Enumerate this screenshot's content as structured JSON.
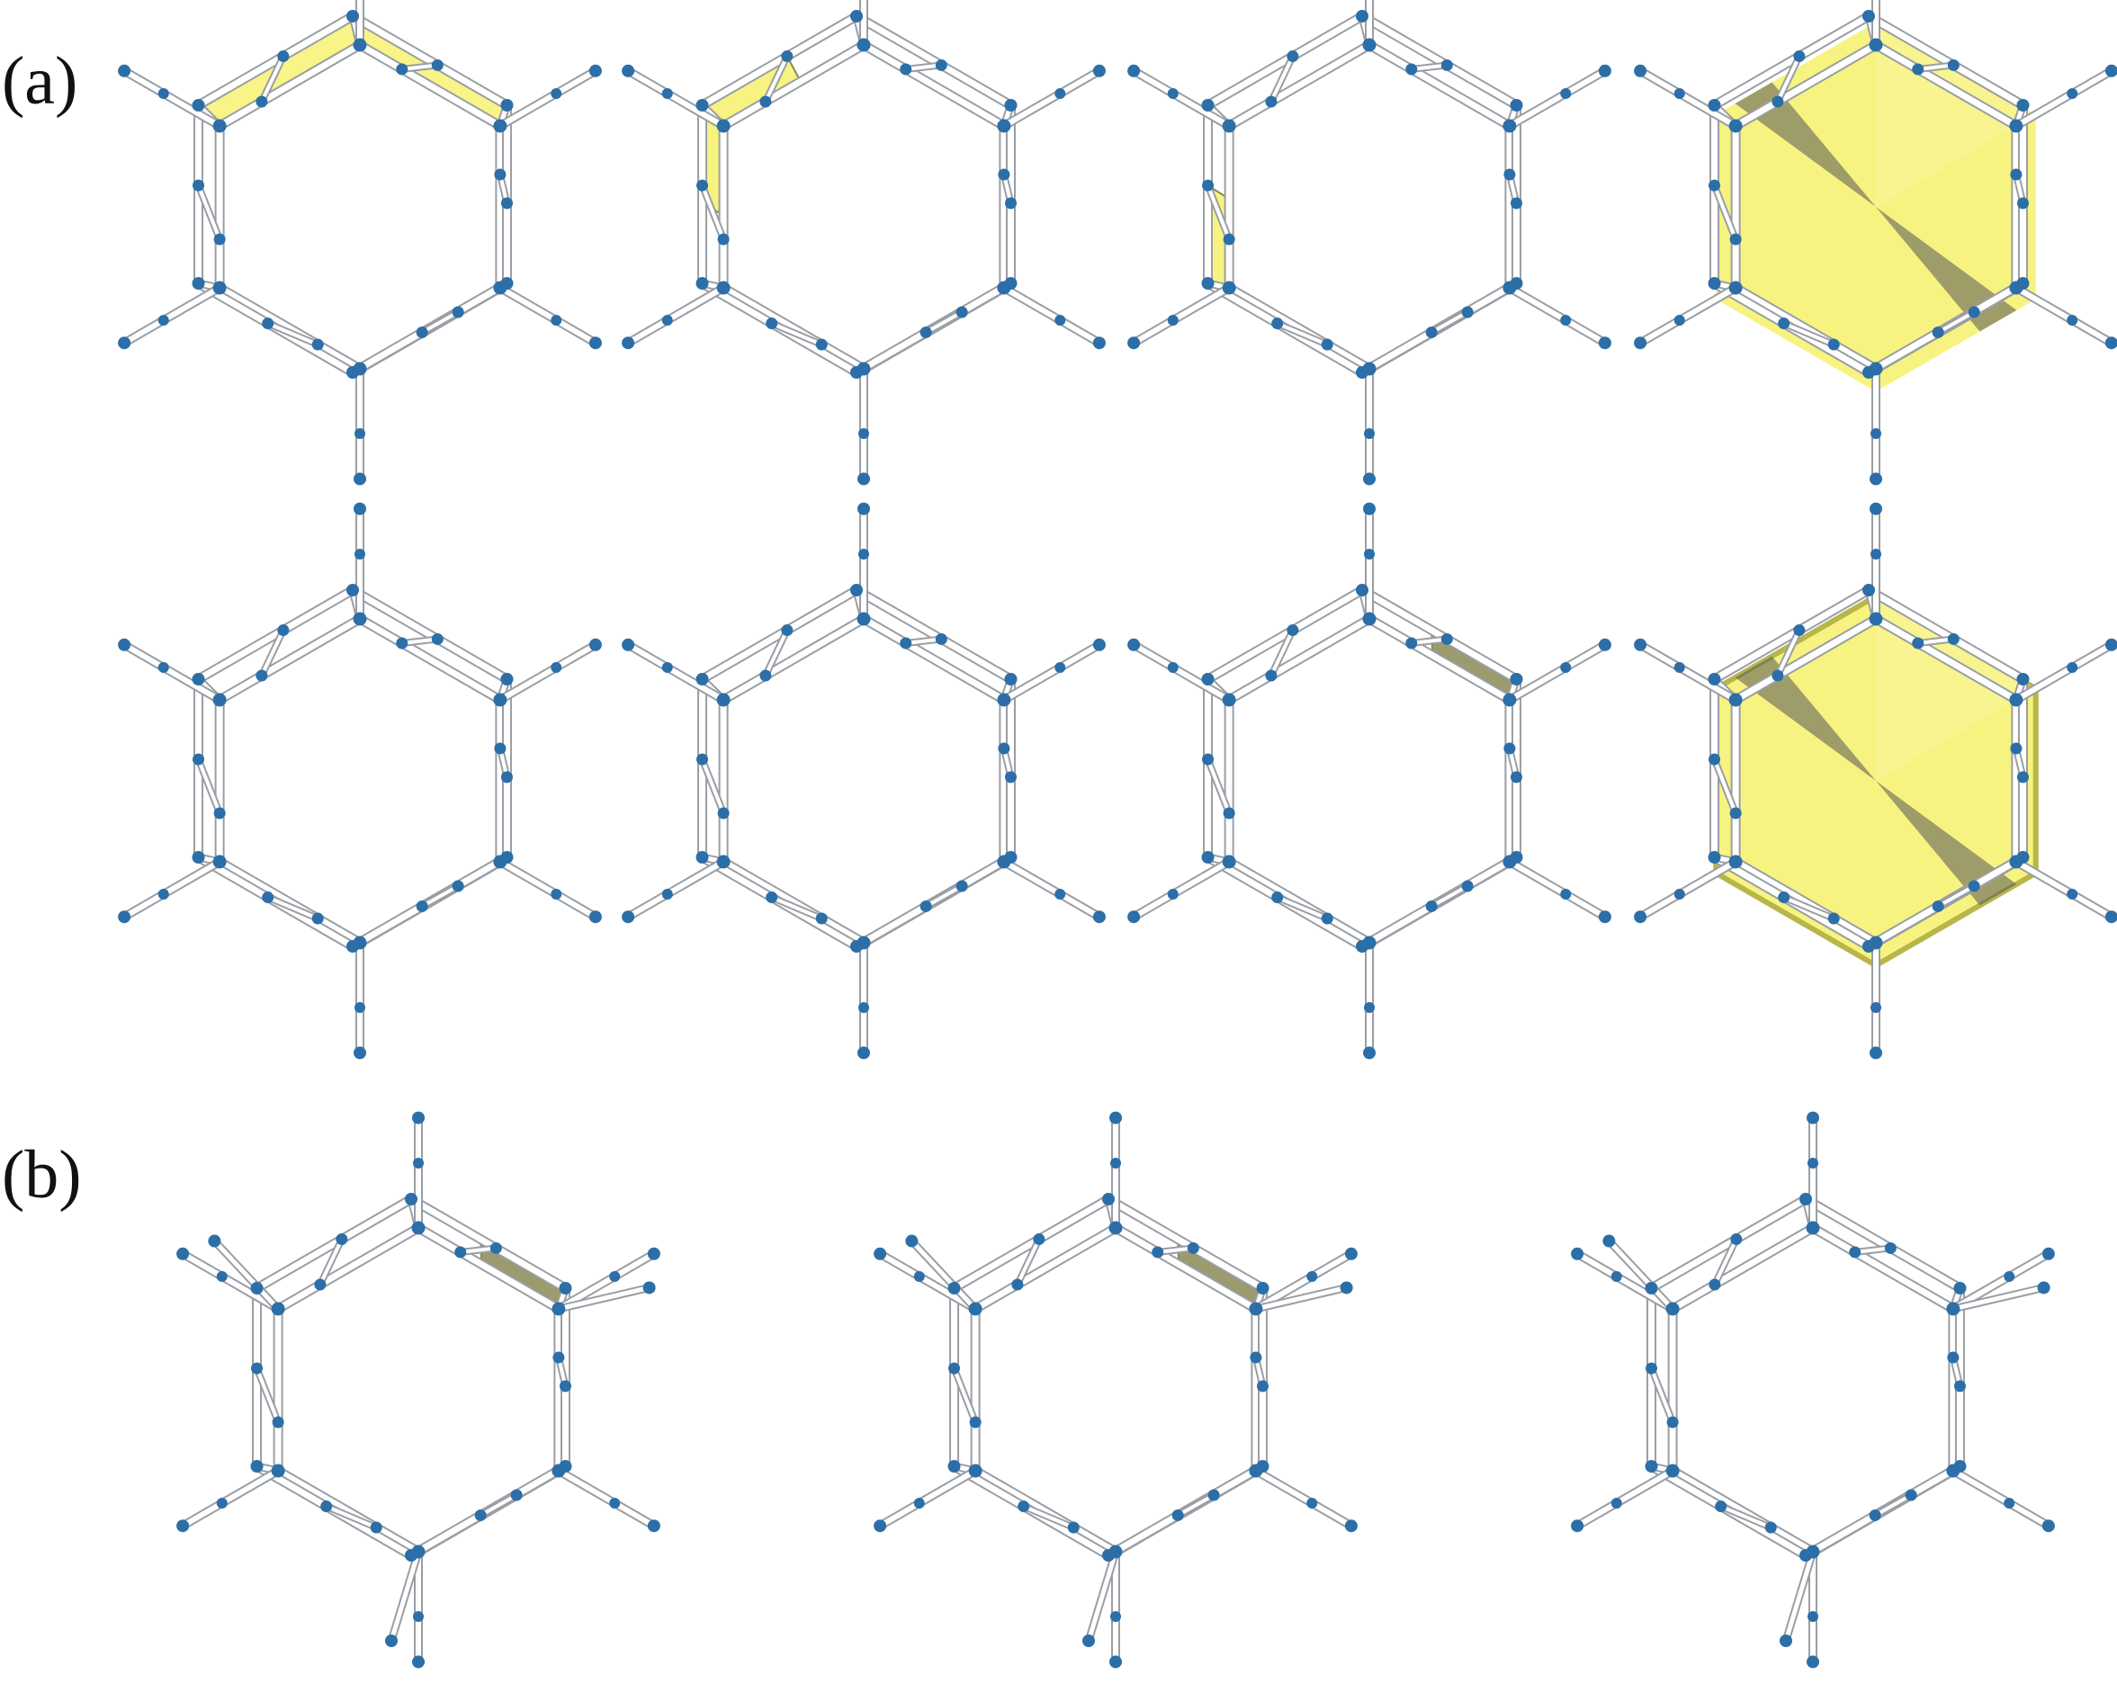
{
  "panels": [
    {
      "label": "(a)",
      "rows": [
        {
          "highlights": [
            "edge-top-left",
            "edge-upper-left",
            "edge-lower-left",
            "full"
          ]
        },
        {
          "highlights": [
            "edge-bottom",
            "edge-lower-right",
            "edge-upper-right",
            "full-outlined"
          ]
        }
      ]
    },
    {
      "label": "(b)",
      "rows": [
        {
          "highlights": [
            "corner-upper-right",
            "fin-upper-right",
            "small-fin-upper-right"
          ]
        }
      ]
    }
  ],
  "colors": {
    "bond": "#9a9ea4",
    "bond_light": "#ffffff",
    "atom": "#2c6ea8",
    "highlight": "#f5f060",
    "highlight_dark": "#8a8a55",
    "shadow": "#555555"
  }
}
